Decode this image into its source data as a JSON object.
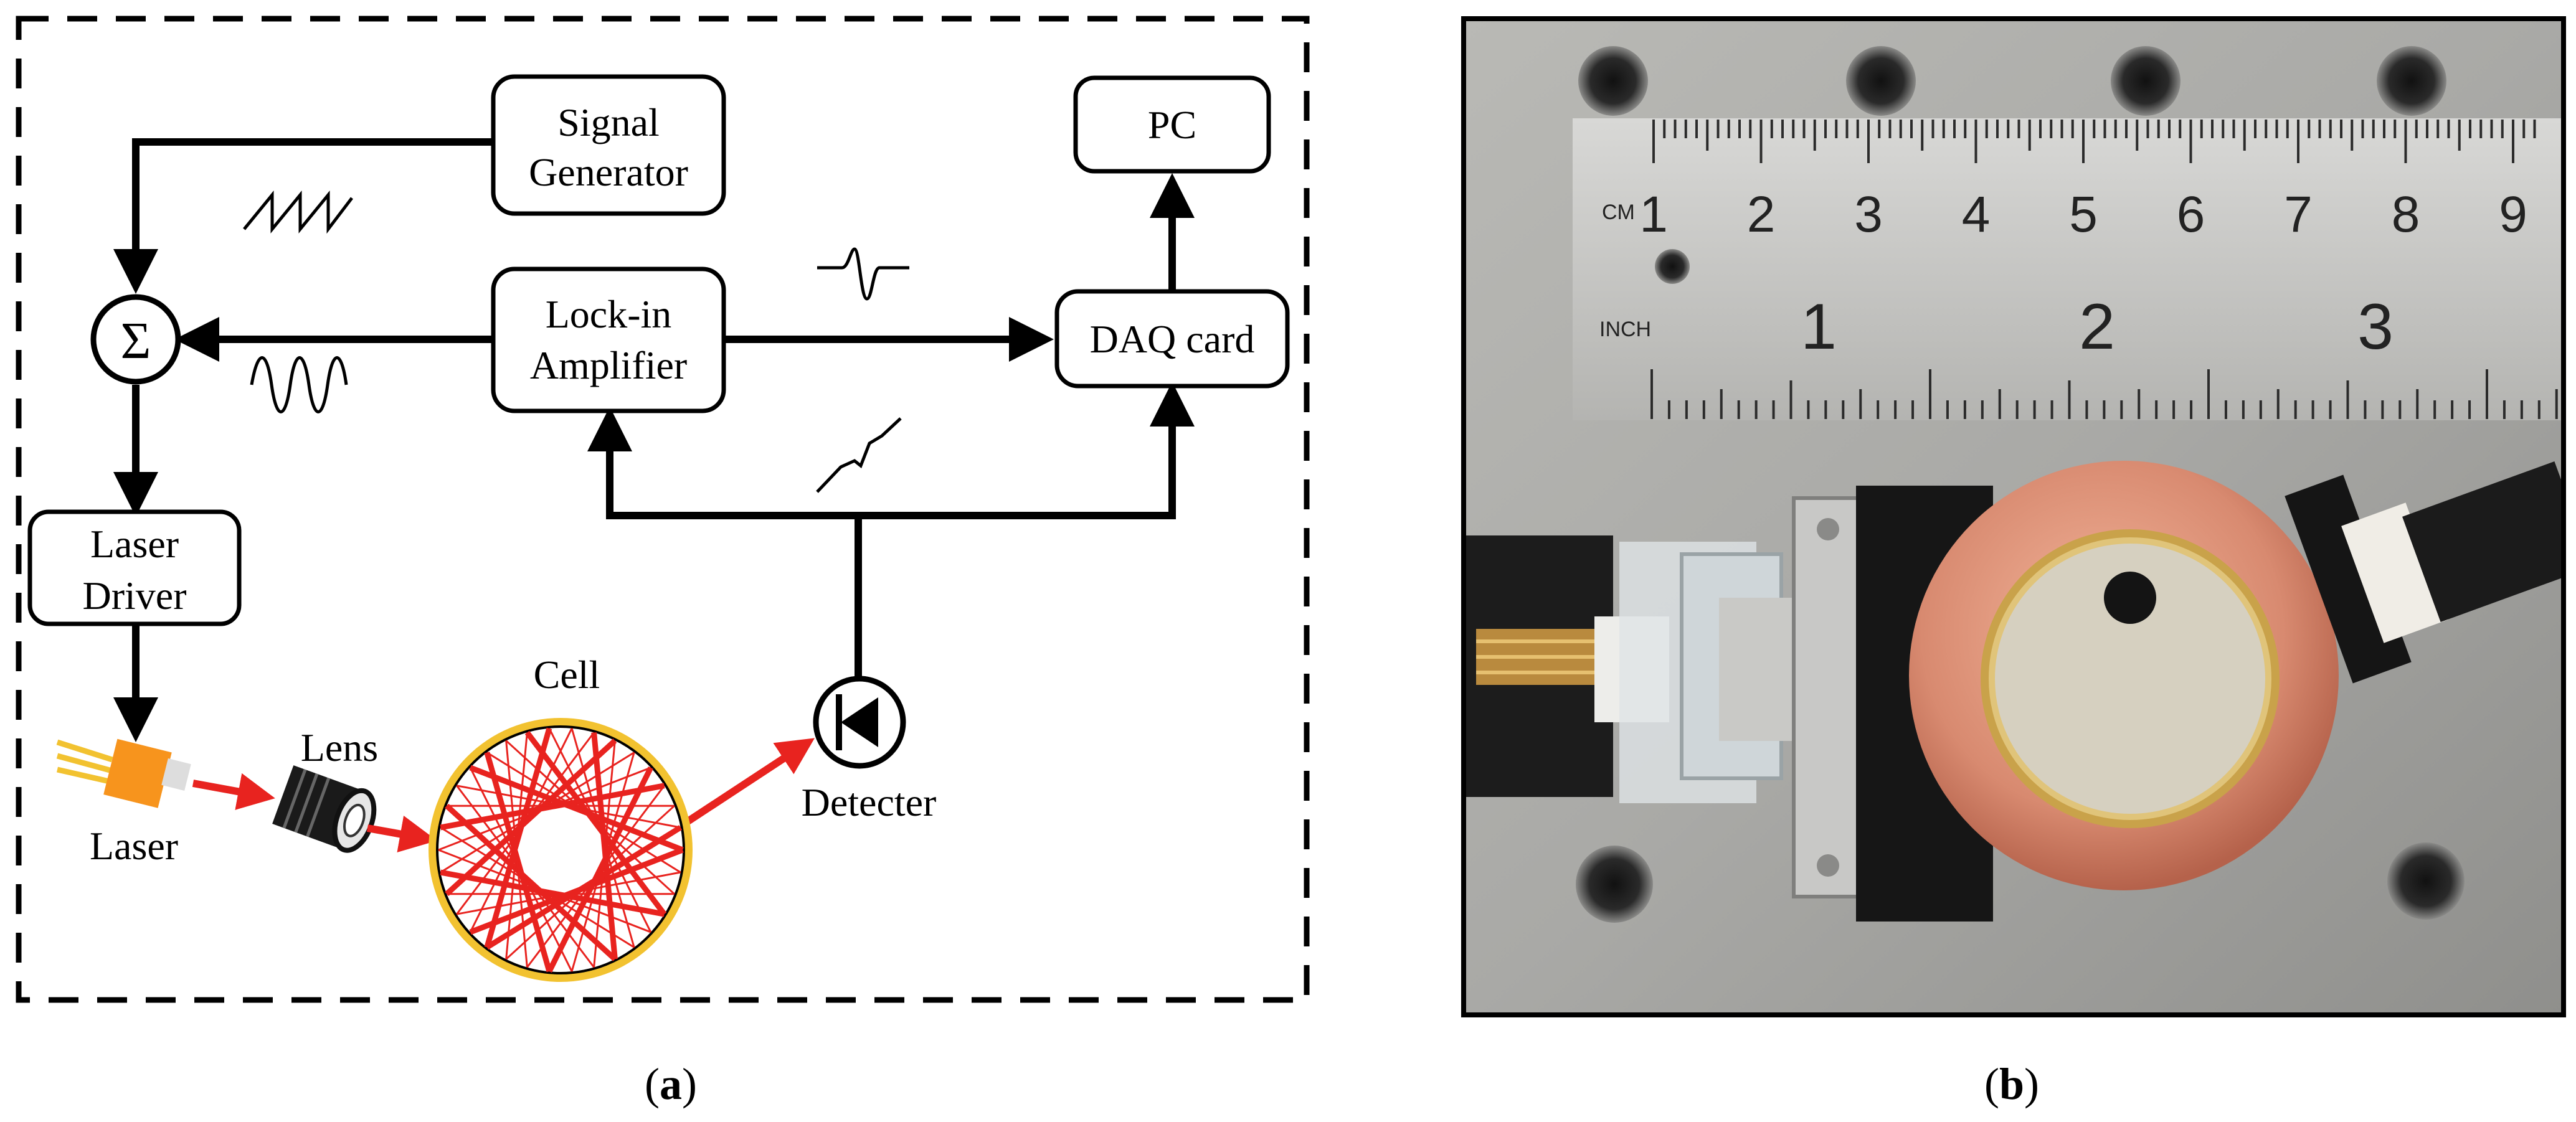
{
  "panel_a": {
    "caption_prefix": "(",
    "caption_letter": "a",
    "caption_suffix": ")",
    "blocks": {
      "signal_generator": [
        "Signal",
        "Generator"
      ],
      "pc": "PC",
      "lock_in": [
        "Lock-in",
        "Amplifier"
      ],
      "daq": "DAQ card",
      "laser_driver": [
        "Laser",
        "Driver"
      ],
      "summer_symbol": "Σ"
    },
    "labels": {
      "cell": "Cell",
      "lens": "Lens",
      "laser": "Laser",
      "detector": "Detecter"
    },
    "colors": {
      "beam": "#e8231f",
      "cell_rim": "#f2c230",
      "laser_body": "#f7941d"
    }
  },
  "panel_b": {
    "caption_prefix": "(",
    "caption_letter": "b",
    "caption_suffix": ")",
    "ruler": {
      "cm_label": "CM",
      "cm_numbers": [
        "1",
        "2",
        "3",
        "4",
        "5",
        "6",
        "7",
        "8",
        "9"
      ],
      "inch_label": "INCH",
      "inch_numbers": [
        "1",
        "2",
        "3"
      ]
    }
  }
}
